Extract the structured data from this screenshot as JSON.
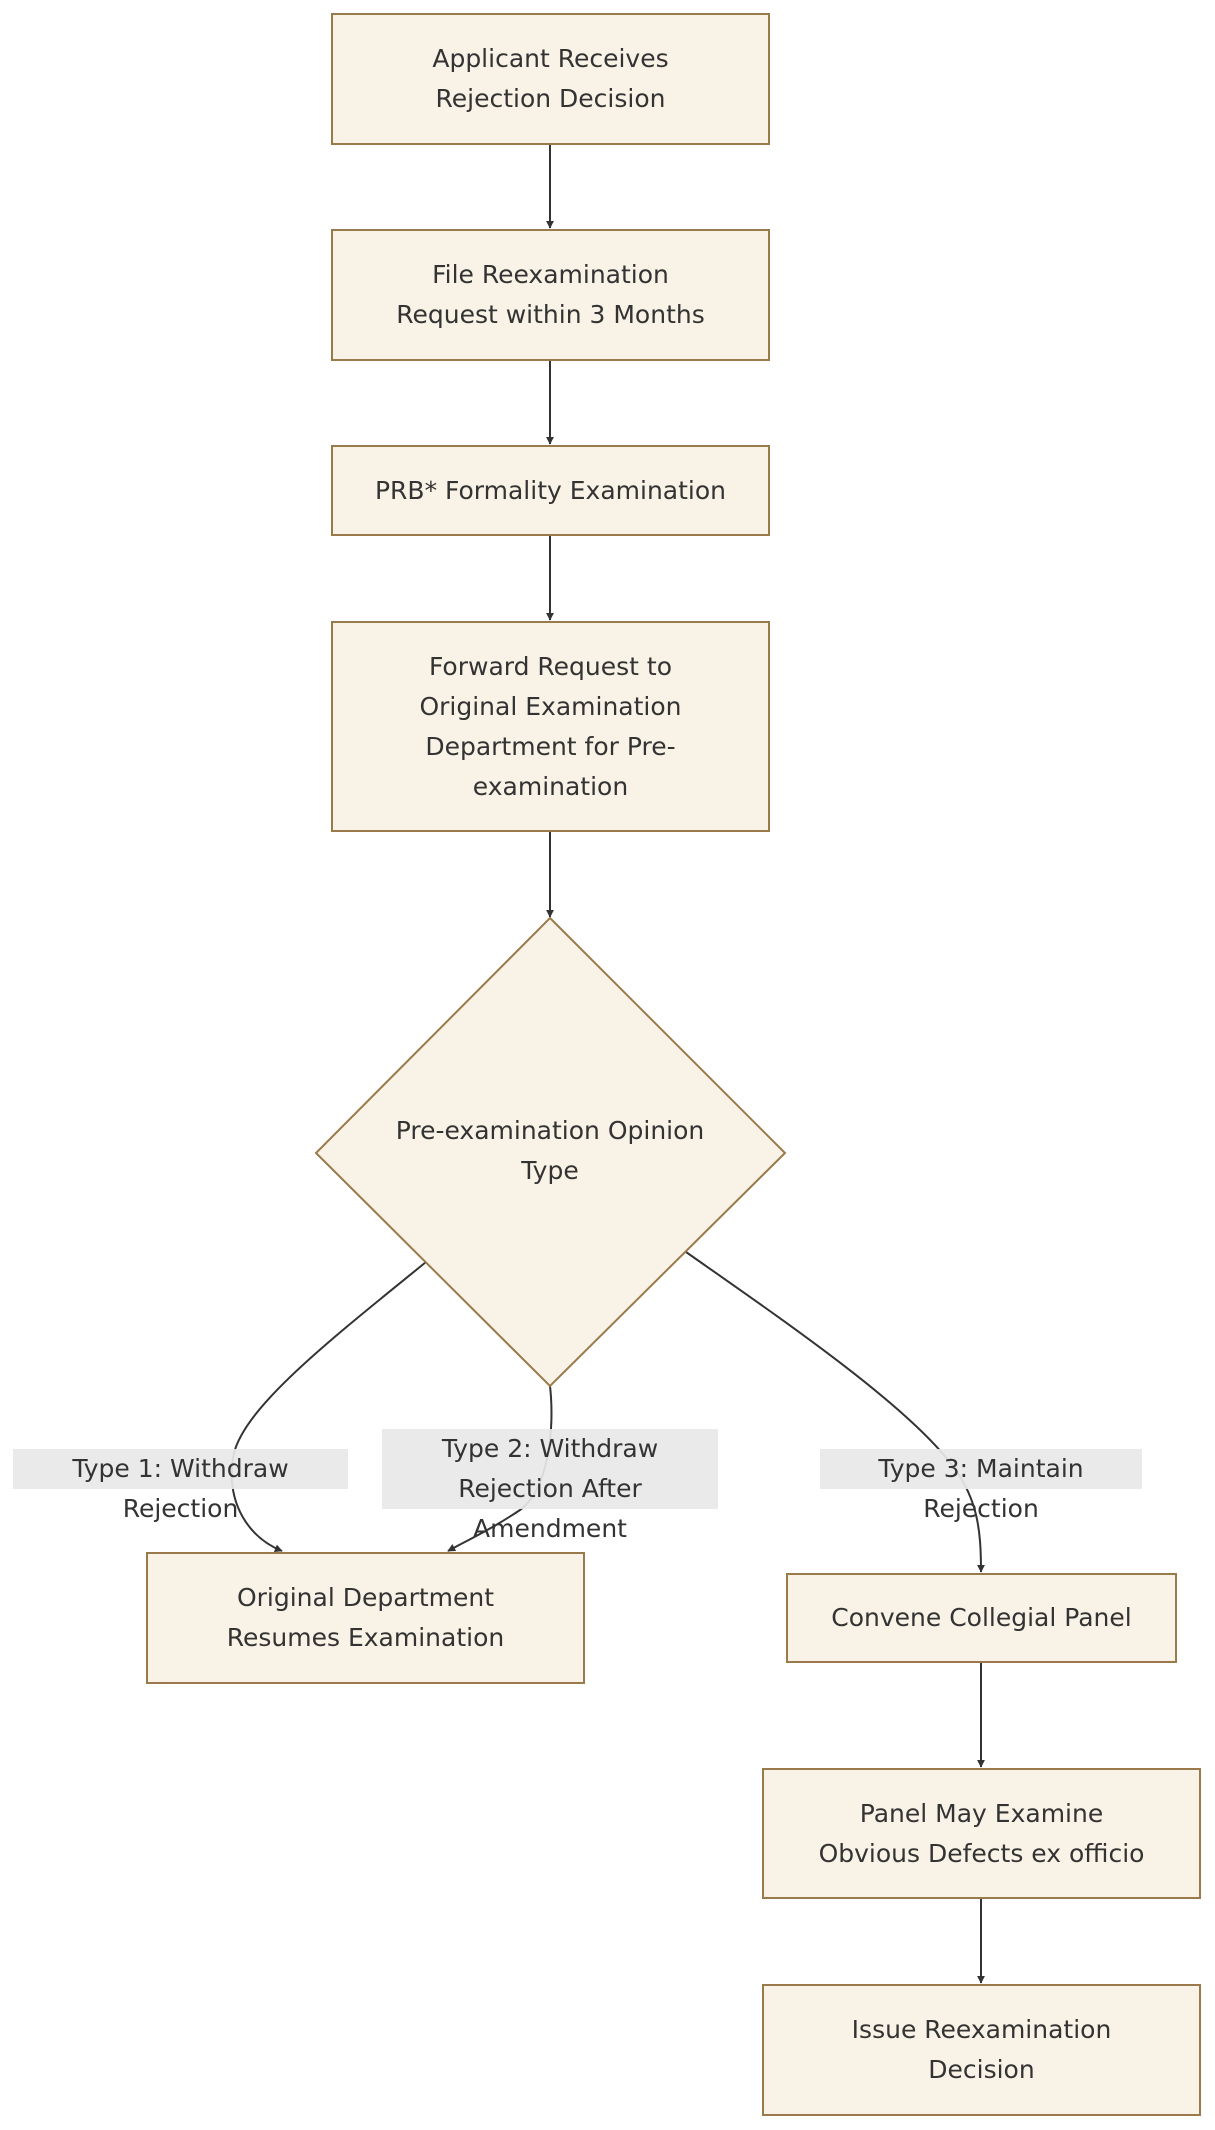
{
  "nodes": {
    "receive": "Applicant Receives\nRejection Decision",
    "file": "File Reexamination\nRequest within 3 Months",
    "formality": "PRB* Formality Examination",
    "forward": "Forward Request to\nOriginal Examination\nDepartment for Pre-\nexamination",
    "decision": "Pre-examination Opinion\nType",
    "resume": "Original Department\nResumes Examination",
    "panel": "Convene Collegial Panel",
    "exofficio": "Panel May Examine\nObvious Defects ex officio",
    "issue": "Issue Reexamination\nDecision"
  },
  "edges": {
    "type1": "Type 1: Withdraw Rejection",
    "type2": "Type 2: Withdraw\nRejection After Amendment",
    "type3": "Type 3: Maintain Rejection"
  },
  "colors": {
    "node_fill": "#f9f2e6",
    "node_border": "#9a7a4a",
    "edge": "#333333",
    "label_bg": "#e8e8e8",
    "text": "#333333"
  }
}
